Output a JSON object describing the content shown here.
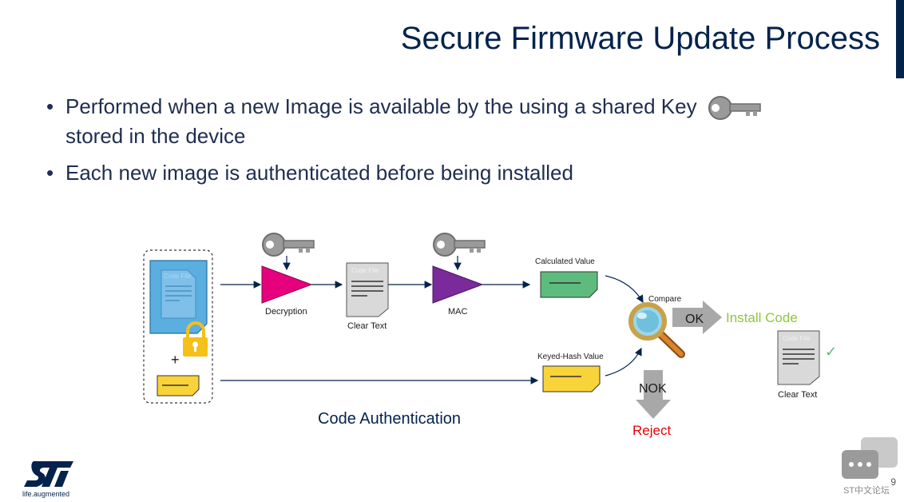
{
  "slide": {
    "title": "Secure Firmware Update Process",
    "bullets": [
      {
        "line1": "Performed when a new Image is available by the using a shared Key",
        "line2": "stored in the device"
      },
      {
        "line1": "Each new image is authenticated before being installed"
      }
    ],
    "page_number": "9"
  },
  "diagram": {
    "code_file_label": "Code File",
    "plus_sign": "+",
    "decryption_label": "Decryption",
    "clear_text_label": "Clear Text",
    "mac_label": "MAC",
    "calculated_value_label": "Calculated Value",
    "keyed_hash_label": "Keyed-Hash Value",
    "compare_label": "Compare",
    "ok_label": "OK",
    "install_code_label": "Install Code",
    "nok_label": "NOK",
    "reject_label": "Reject",
    "code_authentication_label": "Code Authentication",
    "check_mark": "✓"
  },
  "branding": {
    "logo_tagline": "life.augmented",
    "watermark_text": "ST中文论坛"
  },
  "colors": {
    "title": "#03234b",
    "decryption_triangle": "#e6007e",
    "mac_triangle": "#7a2a9a",
    "calculated_value_note": "#5dbb7e",
    "keyed_hash_note": "#f8d33a",
    "install_code": "#8dc63f",
    "reject": "#e60000",
    "encrypted_file": "#5aaee0",
    "lock": "#f5c018",
    "arrow_gray": "#a8a8a8"
  },
  "icons": [
    "key-icon",
    "padlock-icon",
    "magnifier-icon",
    "check-icon",
    "st-logo-icon",
    "chat-icon"
  ]
}
